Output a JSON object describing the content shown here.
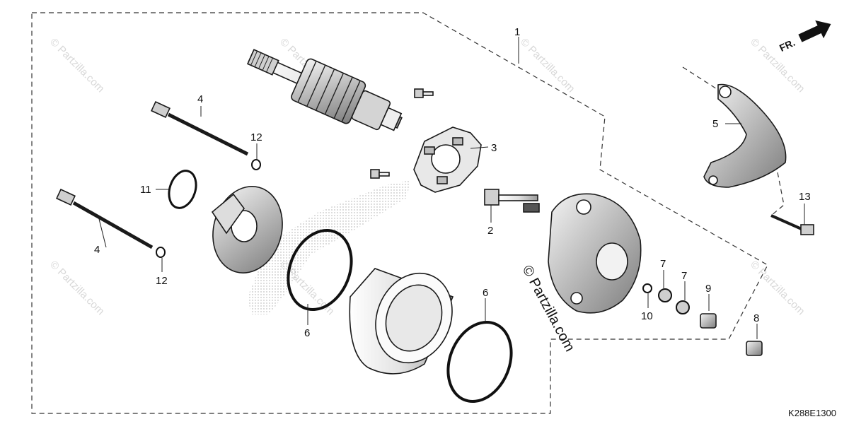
{
  "diagram": {
    "code": "K288E1300",
    "direction_label": "FR.",
    "watermark_text": "© Partzilla.com",
    "watermark_large": "© Partzilla.com",
    "callouts": {
      "c1": "1",
      "c2": "2",
      "c3": "3",
      "c4a": "4",
      "c4b": "4",
      "c5": "5",
      "c6a": "6",
      "c6b": "6",
      "c7a": "7",
      "c7b": "7",
      "c8": "8",
      "c9": "9",
      "c10": "10",
      "c11": "11",
      "c12a": "12",
      "c12b": "12",
      "c13": "13"
    }
  }
}
